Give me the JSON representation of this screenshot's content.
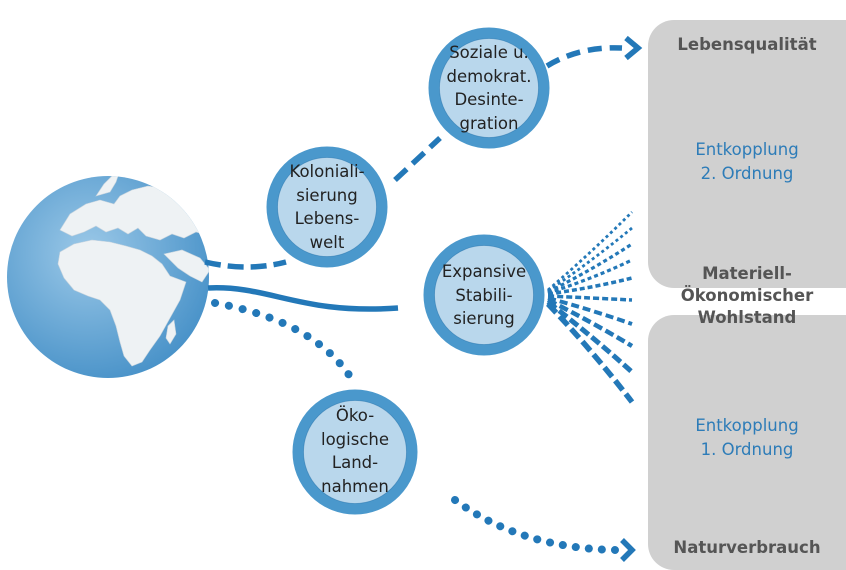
{
  "panels": {
    "top": {
      "label_top": "Lebensqualität",
      "decoupling": "Entkopplung\n2. Ordnung"
    },
    "middle_label": "Materiell-\nÖkonomischer\nWohlstand",
    "bottom": {
      "decoupling": "Entkopplung\n1. Ordnung",
      "label_bottom": "Naturverbrauch"
    }
  },
  "nodes": {
    "soziale": "Soziale u.\ndemokrat.\nDesinte-\ngration",
    "kolonial": "Koloniali-\nsierung\nLebens-\nwelt",
    "expansive": "Expansive\nStabili-\nsierung",
    "oekologische": "Öko-\nlogische\nLand-\nnahmen"
  },
  "colors": {
    "blue_dark": "#2378b8",
    "blue_ring": "#4a98cc",
    "blue_light": "#b9d7ec",
    "panel_gray": "#d0d0d0",
    "label_gray": "#555555",
    "link_blue": "#2d7cb8"
  },
  "icons": {
    "globe": "globe-icon",
    "arrow": "chevron-right-icon"
  }
}
